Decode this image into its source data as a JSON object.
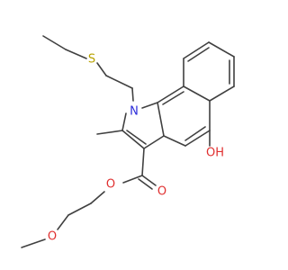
{
  "molecule": {
    "atoms": {
      "s": {
        "label": "S",
        "color": "#b8a200"
      },
      "n": {
        "label": "N",
        "color": "#2b2bd9"
      },
      "o_ester": {
        "label": "O",
        "color": "#e03030"
      },
      "o_carbonyl": {
        "label": "O",
        "color": "#e03030"
      },
      "o_ether": {
        "label": "O",
        "color": "#e03030"
      },
      "oh": {
        "label": "OH",
        "color": "#e03030"
      }
    },
    "bond_color": "#404040"
  }
}
